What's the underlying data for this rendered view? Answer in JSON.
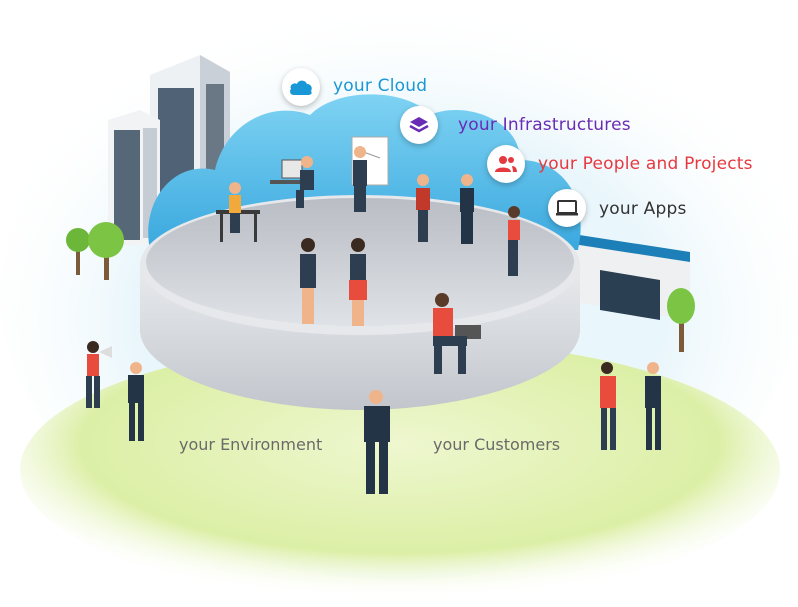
{
  "features": {
    "cloud": {
      "label": "your Cloud",
      "color": "#1a97d6",
      "icon": "cloud-icon"
    },
    "infrastructures": {
      "label": "your Infrastructures",
      "color": "#6a2bb5",
      "icon": "layers-icon"
    },
    "people": {
      "label": "your People and Projects",
      "color": "#e6393f",
      "icon": "people-icon"
    },
    "apps": {
      "label": "your Apps",
      "color": "#333333",
      "icon": "laptop-icon"
    }
  },
  "ground": {
    "environment": "your Environment",
    "customers": "your Customers"
  },
  "colors": {
    "cloud_blue": "#5fc2ec",
    "platform": "#d7dade",
    "grass": "#d8ec9c"
  }
}
